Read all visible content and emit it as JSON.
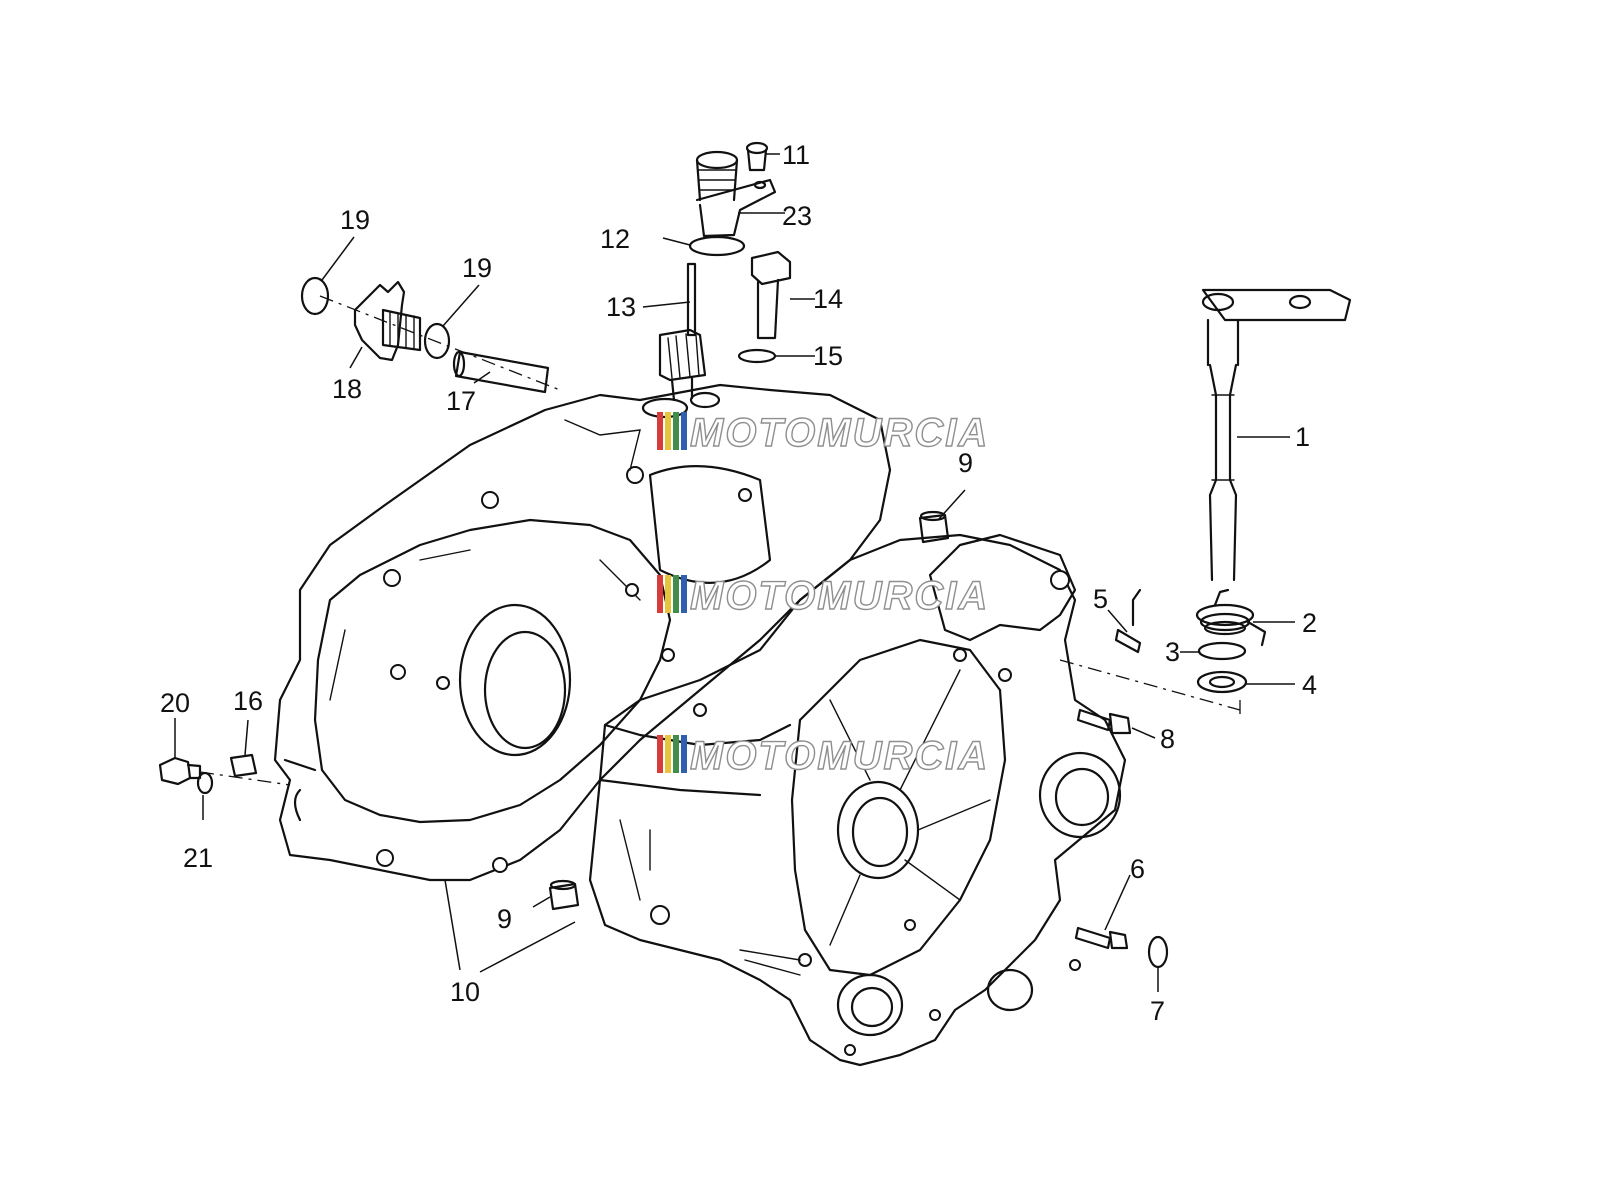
{
  "watermark": {
    "text": "MOTOMURCIA",
    "stripe_colors": [
      "#d93b3b",
      "#e8c43a",
      "#3f8f4a",
      "#2f5fae"
    ]
  },
  "callouts": [
    {
      "id": "1",
      "label": "1"
    },
    {
      "id": "2",
      "label": "2"
    },
    {
      "id": "3",
      "label": "3"
    },
    {
      "id": "4",
      "label": "4"
    },
    {
      "id": "5",
      "label": "5"
    },
    {
      "id": "6",
      "label": "6"
    },
    {
      "id": "7",
      "label": "7"
    },
    {
      "id": "8",
      "label": "8"
    },
    {
      "id": "9a",
      "label": "9"
    },
    {
      "id": "9b",
      "label": "9"
    },
    {
      "id": "10",
      "label": "10"
    },
    {
      "id": "11",
      "label": "11"
    },
    {
      "id": "12",
      "label": "12"
    },
    {
      "id": "13",
      "label": "13"
    },
    {
      "id": "14",
      "label": "14"
    },
    {
      "id": "15",
      "label": "15"
    },
    {
      "id": "16",
      "label": "16"
    },
    {
      "id": "17",
      "label": "17"
    },
    {
      "id": "18",
      "label": "18"
    },
    {
      "id": "19a",
      "label": "19"
    },
    {
      "id": "19b",
      "label": "19"
    },
    {
      "id": "20",
      "label": "20"
    },
    {
      "id": "21",
      "label": "21"
    },
    {
      "id": "23",
      "label": "23"
    }
  ]
}
